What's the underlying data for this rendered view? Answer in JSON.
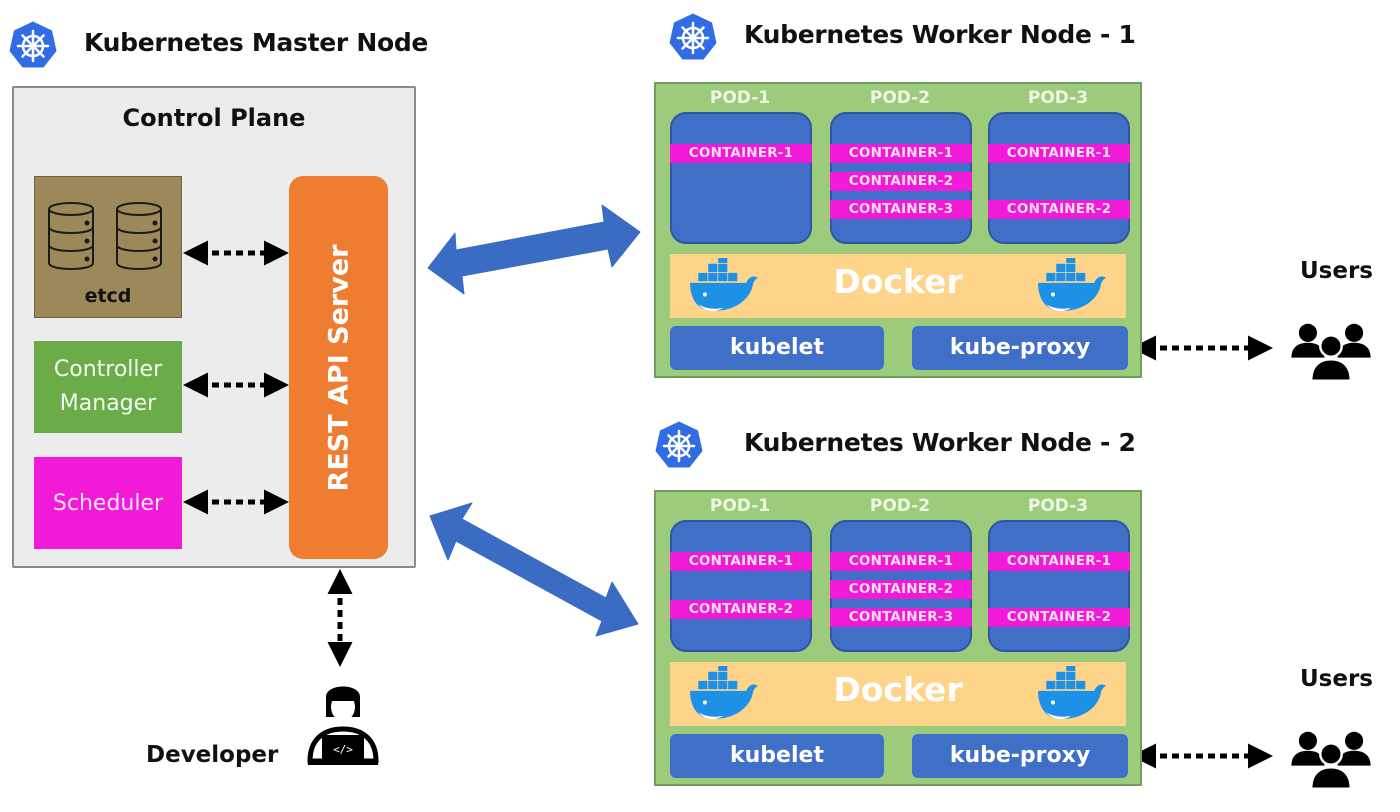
{
  "master": {
    "title": "Kubernetes Master Node",
    "control_plane_title": "Control Plane",
    "components": {
      "etcd": "etcd",
      "controller_manager_line1": "Controller",
      "controller_manager_line2": "Manager",
      "scheduler": "Scheduler",
      "api_server": "REST  API Server"
    },
    "developer_label": "Developer"
  },
  "workers": [
    {
      "title": "Kubernetes Worker Node - 1",
      "pods": [
        {
          "label": "POD-1",
          "containers": [
            "CONTAINER-1"
          ]
        },
        {
          "label": "POD-2",
          "containers": [
            "CONTAINER-1",
            "CONTAINER-2",
            "CONTAINER-3"
          ]
        },
        {
          "label": "POD-3",
          "containers": [
            "CONTAINER-1",
            "CONTAINER-2"
          ]
        }
      ],
      "runtime": "Docker",
      "kubelet": "kubelet",
      "kube_proxy": "kube-proxy",
      "users_label": "Users"
    },
    {
      "title": "Kubernetes Worker Node - 2",
      "pods": [
        {
          "label": "POD-1",
          "containers": [
            "CONTAINER-1",
            "CONTAINER-2"
          ]
        },
        {
          "label": "POD-2",
          "containers": [
            "CONTAINER-1",
            "CONTAINER-2",
            "CONTAINER-3"
          ]
        },
        {
          "label": "POD-3",
          "containers": [
            "CONTAINER-1",
            "CONTAINER-2"
          ]
        }
      ],
      "runtime": "Docker",
      "kubelet": "kubelet",
      "kube_proxy": "kube-proxy",
      "users_label": "Users"
    }
  ],
  "colors": {
    "k8s_blue": "#326ce5",
    "etcd": "#9c8859",
    "controller_manager": "#6bab48",
    "scheduler": "#f01ad8",
    "api_server": "#ee7d31",
    "worker_bg": "#9ccb7c",
    "pod": "#3f6fc6",
    "container": "#f01ad8",
    "docker_bar": "#fdd489",
    "arrow_blue": "#3a6cc4"
  }
}
